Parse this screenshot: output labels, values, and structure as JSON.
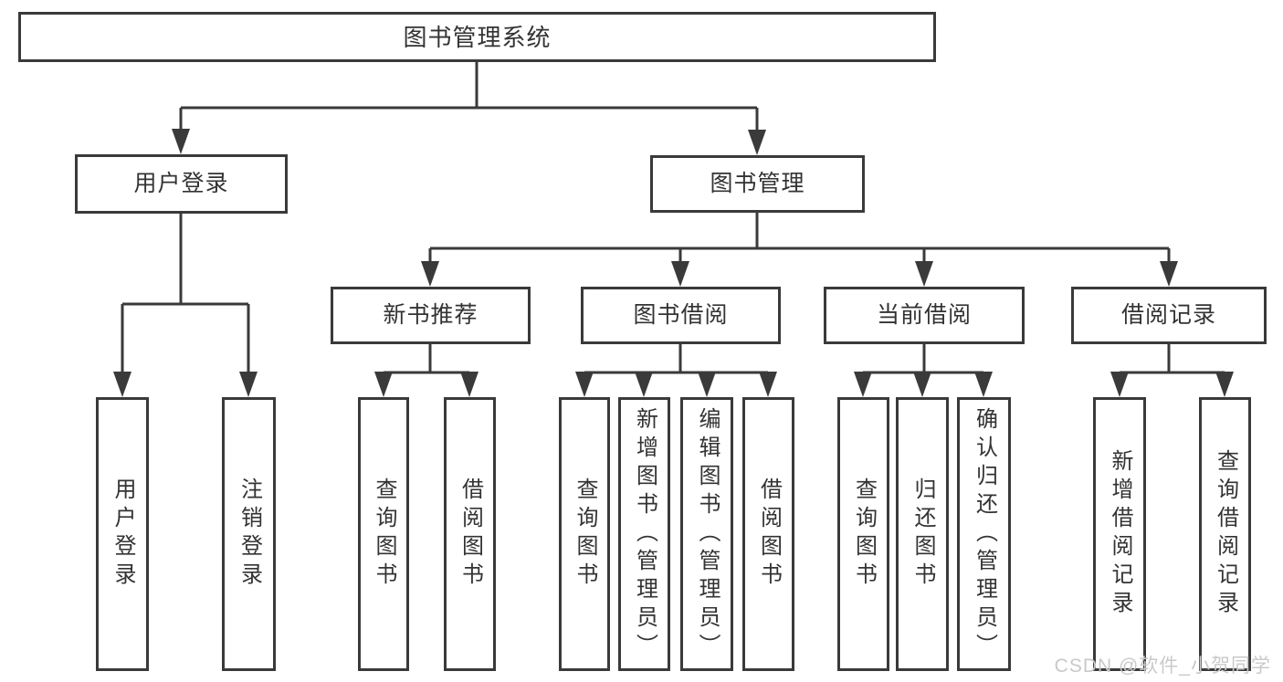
{
  "diagram": {
    "root": {
      "label": "图书管理系统"
    },
    "branches": [
      {
        "label": "用户登录",
        "leaves": [
          {
            "label": "用户登录"
          },
          {
            "label": "注销登录"
          }
        ]
      },
      {
        "label": "图书管理",
        "groups": [
          {
            "label": "新书推荐",
            "leaves": [
              {
                "label": "查询图书"
              },
              {
                "label": "借阅图书"
              }
            ]
          },
          {
            "label": "图书借阅",
            "leaves": [
              {
                "label": "查询图书"
              },
              {
                "label": "新增图书（管理员）"
              },
              {
                "label": "编辑图书（管理员）"
              },
              {
                "label": "借阅图书"
              }
            ]
          },
          {
            "label": "当前借阅",
            "leaves": [
              {
                "label": "查询图书"
              },
              {
                "label": "归还图书"
              },
              {
                "label": "确认归还（管理员）"
              }
            ]
          },
          {
            "label": "借阅记录",
            "leaves": [
              {
                "label": "新增借阅记录"
              },
              {
                "label": "查询借阅记录"
              }
            ]
          }
        ]
      }
    ]
  },
  "watermark": {
    "text": "CSDN @软件_小贺同学"
  },
  "colors": {
    "line": "#3a3a3a",
    "text": "#333333",
    "background": "#ffffff",
    "watermark": "#c9c9c9"
  }
}
